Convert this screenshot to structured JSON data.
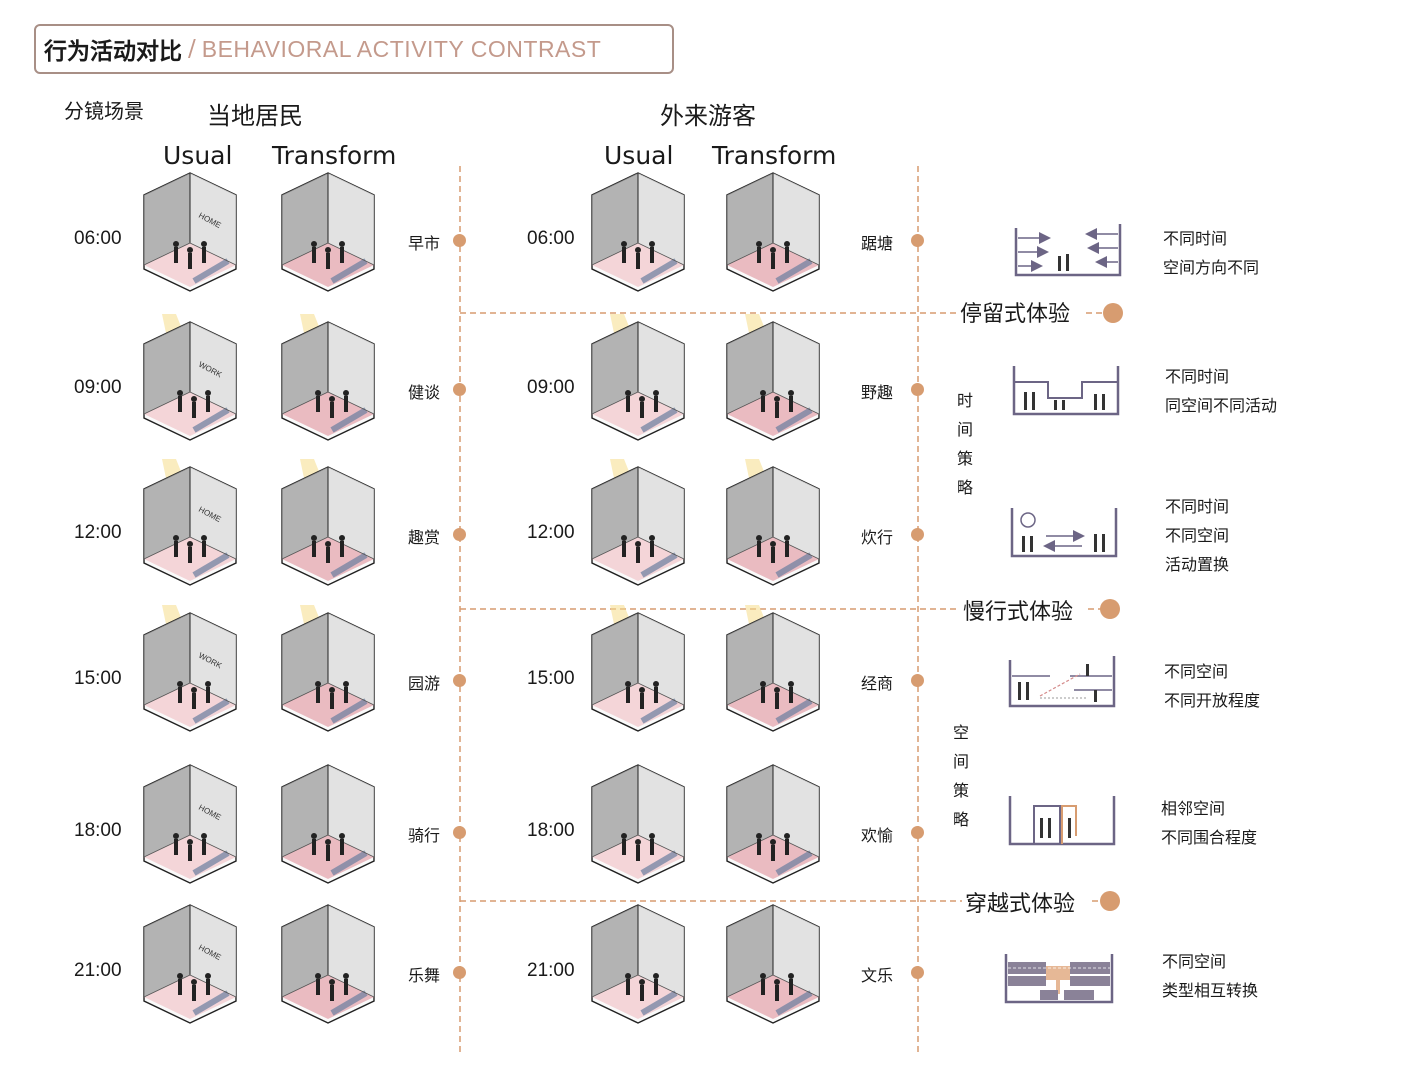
{
  "title": {
    "zh": "行为活动对比",
    "sep": "/",
    "en": "BEHAVIORAL ACTIVITY CONTRAST"
  },
  "header": {
    "scene": "分镜场景",
    "locals": "当地居民",
    "tourists": "外来游客",
    "usual": "Usual",
    "transform": "Transform"
  },
  "rows": [
    {
      "time": "06:00",
      "local_act": "早市",
      "tourist_act": "踞塘",
      "local_tag": "HOME"
    },
    {
      "time": "09:00",
      "local_act": "健谈",
      "tourist_act": "野趣",
      "local_tag": "WORK"
    },
    {
      "time": "12:00",
      "local_act": "趣赏",
      "tourist_act": "炊行",
      "local_tag": "HOME"
    },
    {
      "time": "15:00",
      "local_act": "园游",
      "tourist_act": "经商",
      "local_tag": "WORK"
    },
    {
      "time": "18:00",
      "local_act": "骑行",
      "tourist_act": "欢愉",
      "local_tag": "HOME"
    },
    {
      "time": "21:00",
      "local_act": "乐舞",
      "tourist_act": "文乐",
      "local_tag": "HOME"
    }
  ],
  "experiences": [
    "停留式体验",
    "慢行式体验",
    "穿越式体验"
  ],
  "strategies": {
    "time": [
      "时",
      "间",
      "策",
      "略"
    ],
    "space": [
      "空",
      "间",
      "策",
      "略"
    ]
  },
  "notes": [
    [
      "不同时间",
      "空间方向不同"
    ],
    [
      "不同时间",
      "同空间不同活动"
    ],
    [
      "不同时间",
      "不同空间",
      "活动置换"
    ],
    [
      "不同空间",
      "不同开放程度"
    ],
    [
      "相邻空间",
      "不同围合程度"
    ],
    [
      "不同空间",
      "类型相互转换"
    ]
  ],
  "colors": {
    "accent": "#d79c70",
    "title_border": "#a88f86",
    "title_en": "#c49a8c",
    "section": "#8a8298"
  }
}
